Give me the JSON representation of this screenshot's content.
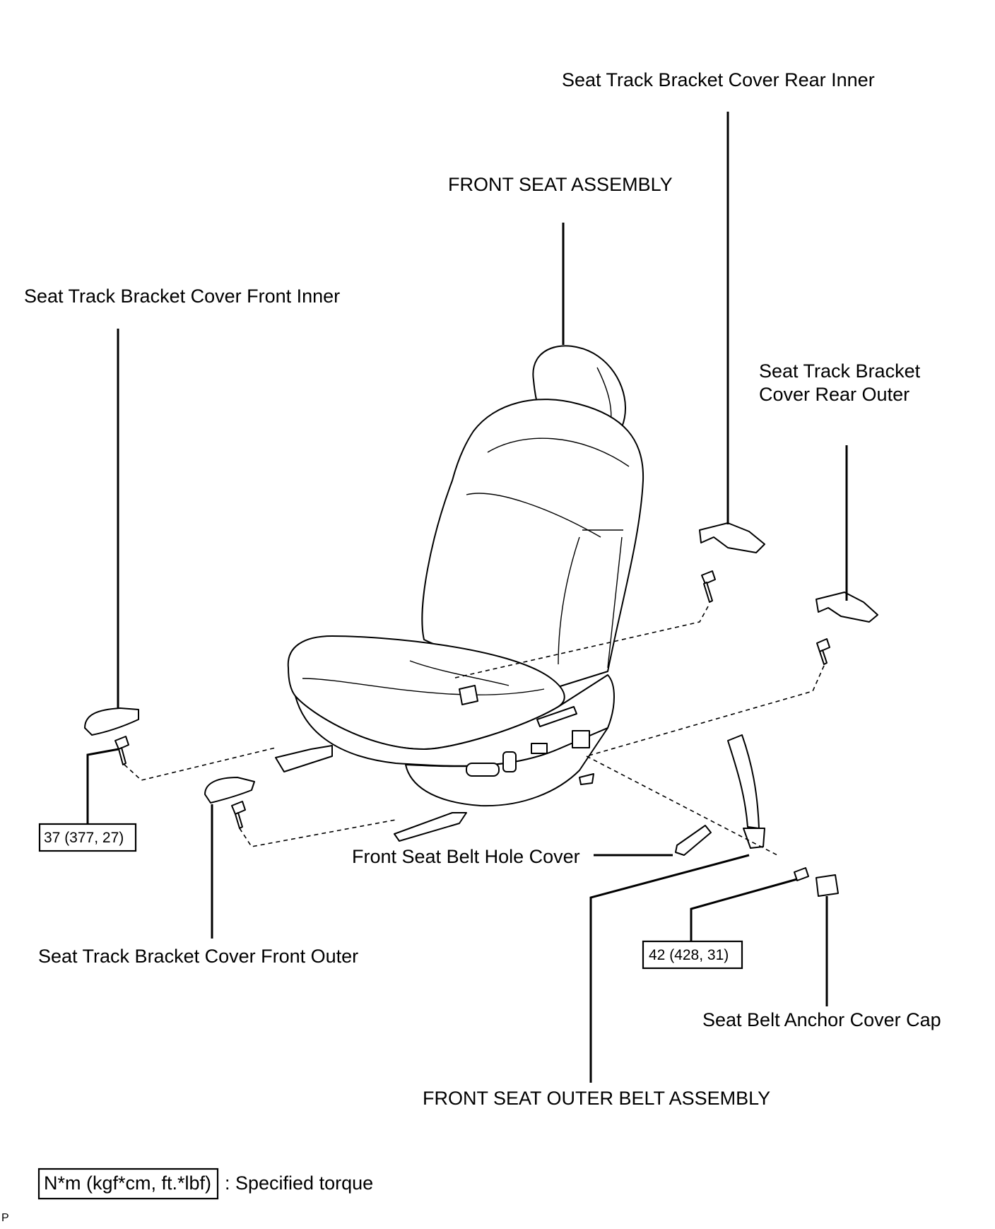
{
  "labels": {
    "rear_inner": "Seat Track Bracket Cover Rear Inner",
    "front_seat_assembly": "FRONT SEAT ASSEMBLY",
    "front_inner": "Seat Track Bracket Cover Front Inner",
    "rear_outer_line1": "Seat Track Bracket",
    "rear_outer_line2": "Cover Rear Outer",
    "belt_hole_cover": "Front Seat Belt Hole Cover",
    "front_outer": "Seat Track Bracket Cover Front Outer",
    "anchor_cover_cap": "Seat Belt Anchor Cover Cap",
    "outer_belt_assembly": "FRONT SEAT OUTER BELT ASSEMBLY"
  },
  "torque": {
    "left": "37 (377, 27)",
    "right": "42 (428, 31)"
  },
  "legend": {
    "unit_box": "N*m (kgf*cm, ft.*lbf)",
    "description": ": Specified torque"
  },
  "corner_mark": "P"
}
